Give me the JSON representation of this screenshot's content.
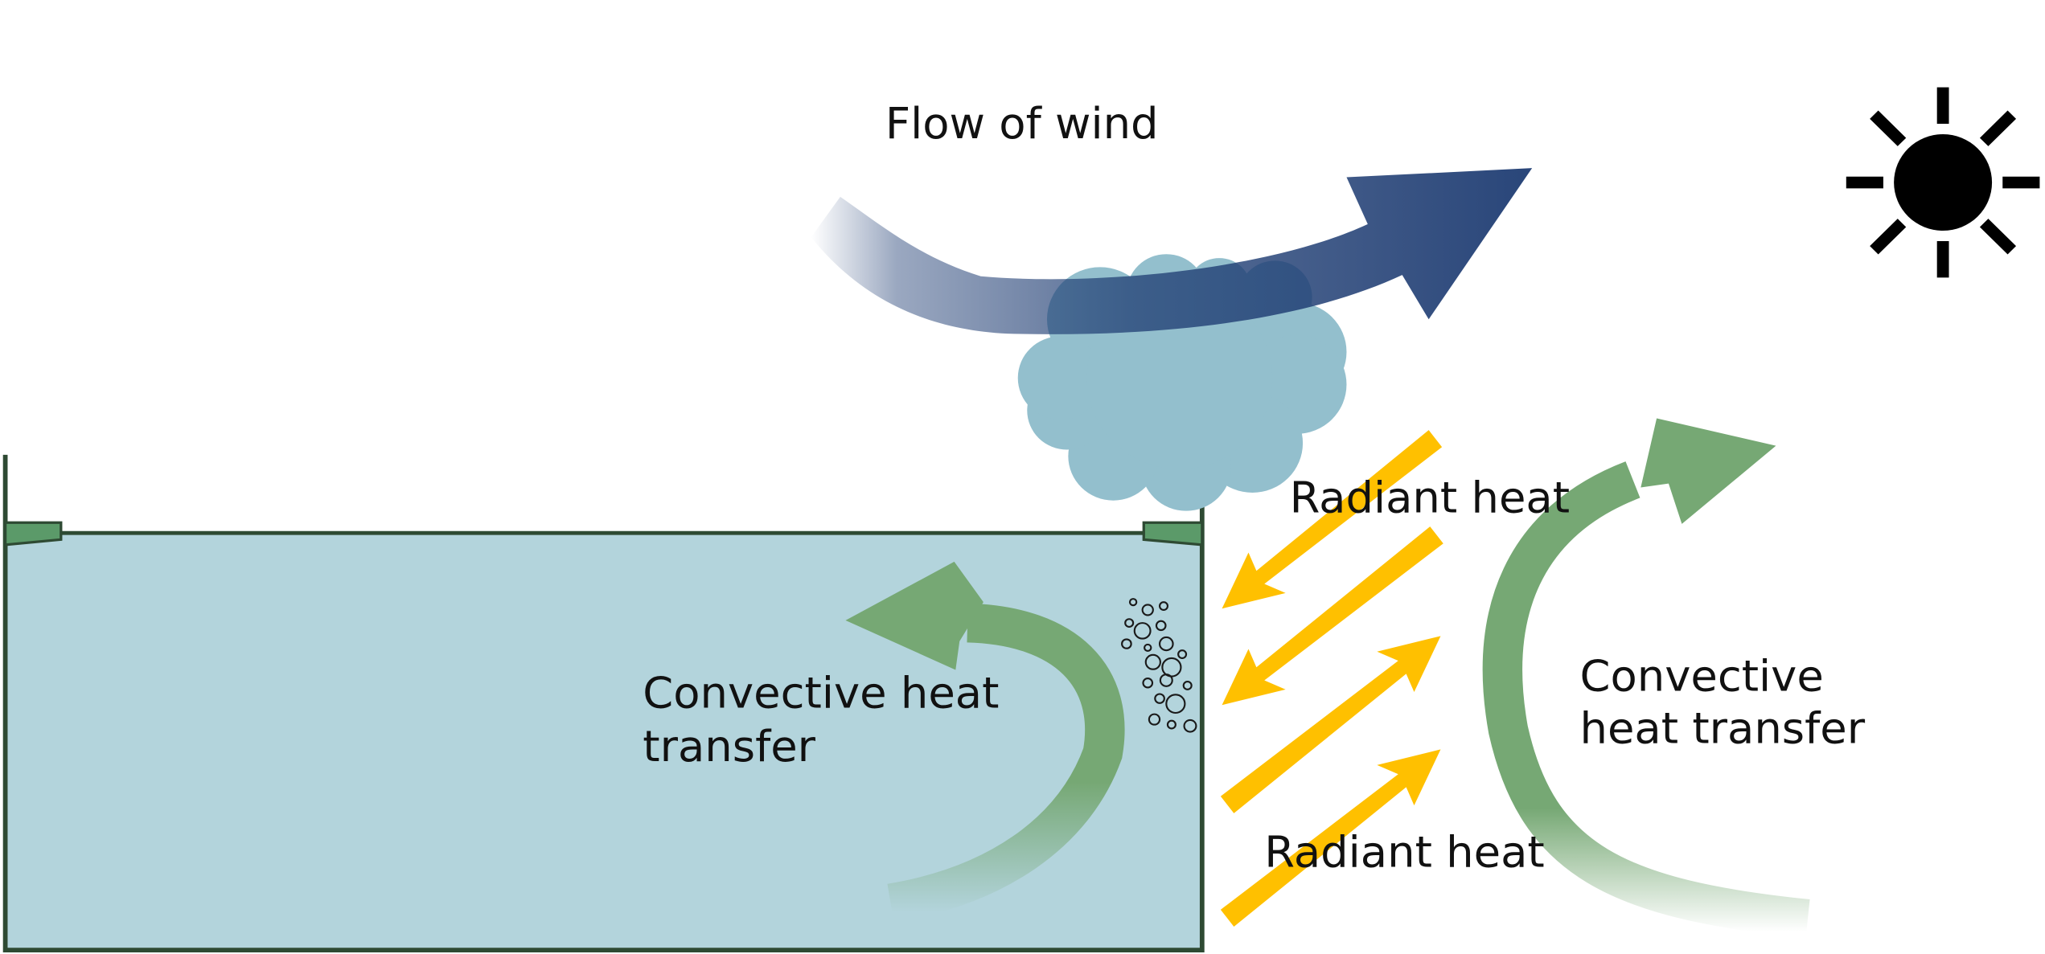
{
  "labels": {
    "wind": "Flow of wind",
    "radiant_top": "Radiant heat",
    "radiant_bottom": "Radiant heat",
    "convective_inner_line1": "Convective heat",
    "convective_inner_line2": "transfer",
    "convective_outer_line1": "Convective",
    "convective_outer_line2": "heat transfer"
  },
  "colors": {
    "water": "#b3d4dc",
    "tank_outline": "#2e4a33",
    "tank_rim": "#5b9a69",
    "cloud": "#93bfcd",
    "wind_arrow": "#1f3d73",
    "convective_arrow": "#76a874",
    "radiant_arrow": "#ffc000",
    "sun": "#000000"
  },
  "icons": {
    "sun": "sun-icon",
    "cloud": "steam-cloud-icon",
    "bubbles": "bubbles-icon"
  }
}
